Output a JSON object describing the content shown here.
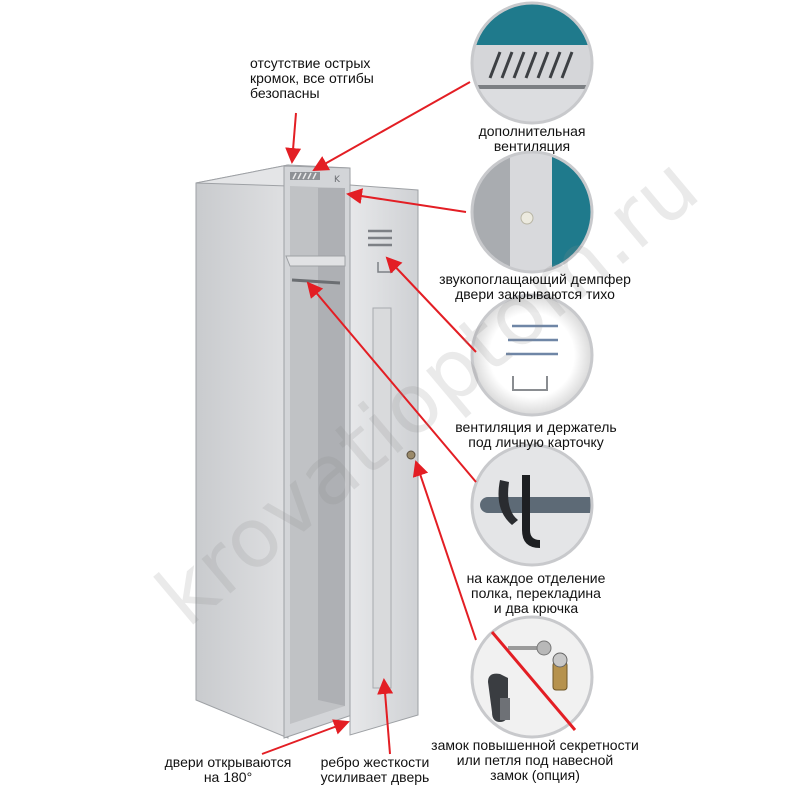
{
  "labels": {
    "sharp_edges": [
      "отсутствие острых",
      "кромок, все отгибы",
      "безопасны"
    ],
    "ventilation": [
      "дополнительная",
      "вентиляция"
    ],
    "damper": [
      "звукопоглащающий демпфер",
      "двери закрываются тихо"
    ],
    "vent_holder": [
      "вентиляция и держатель",
      "под личную карточку"
    ],
    "shelf": [
      "на каждое отделение",
      "полка, перекладина",
      "и два крючка"
    ],
    "lock": [
      "замок повышенной секретности",
      "или петля под навесной",
      "замок (опция)"
    ],
    "door_opening": [
      "двери открываются",
      "на 180°"
    ],
    "rib": [
      "ребро жесткости",
      "усиливает дверь"
    ]
  },
  "watermark": "krovatioptom.ru",
  "colors": {
    "arrow": "#e31e24",
    "cabinet": "#d9dadc",
    "cabinet_shadow": "#b4b6b9",
    "cabinet_inside": "#bfc1c4",
    "accent_teal": "#1f7a8c"
  }
}
